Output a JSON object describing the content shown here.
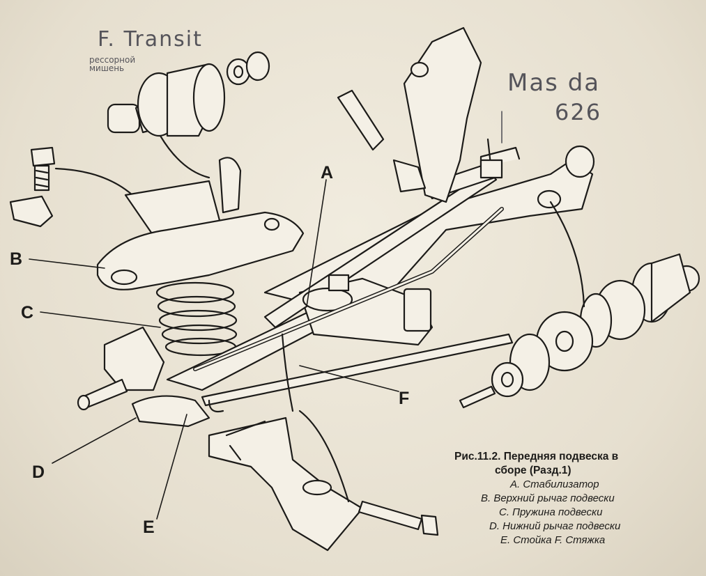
{
  "labels": [
    "A",
    "B",
    "C",
    "D",
    "E",
    "F"
  ],
  "handwritten": {
    "ford": "F. Transit",
    "ford_sub": "рессорной мишень",
    "mazda_1": "Mas da",
    "mazda_2": "626"
  },
  "caption": {
    "title_line1": "Рис.11.2. Передняя подвеска в",
    "title_line2": "сборе (Разд.1)",
    "items": [
      "A. Стабилизатор",
      "B. Верхний рычаг подвески",
      "C. Пружина подвески",
      "D. Нижний рычаг подвески",
      "E. Стойка   F. Стяжка"
    ]
  },
  "colors": {
    "ink": "#1c1b19",
    "paper": "#ece6d8",
    "pencil": "#55545a"
  }
}
